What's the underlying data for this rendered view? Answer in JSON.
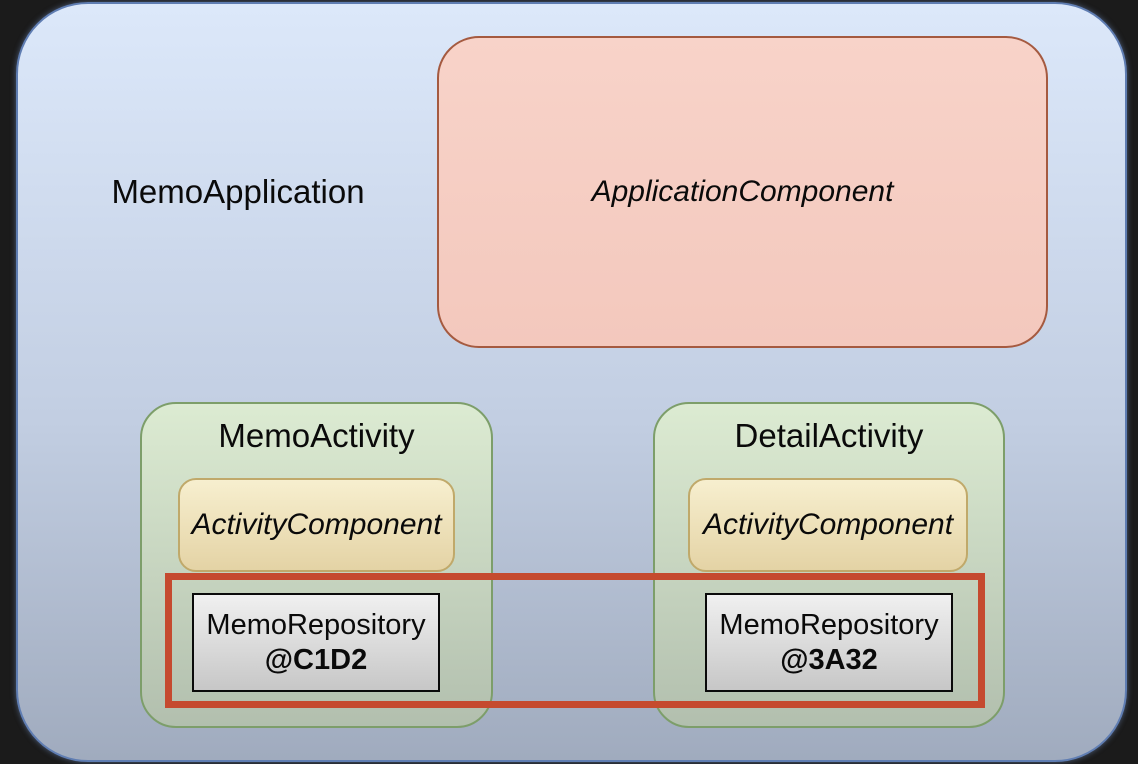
{
  "diagram": {
    "application": {
      "label": "MemoApplication",
      "component_label": "ApplicationComponent"
    },
    "activities": [
      {
        "label": "MemoActivity",
        "component_label": "ActivityComponent",
        "repository_name": "MemoRepository",
        "repository_instance": "@C1D2"
      },
      {
        "label": "DetailActivity",
        "component_label": "ActivityComponent",
        "repository_name": "MemoRepository",
        "repository_instance": "@3A32"
      }
    ],
    "highlight_note": "red box spans both MemoRepository instances"
  },
  "colors": {
    "bg": "#1b1b1b",
    "blue-top": "#dce8fa",
    "blue-bottom": "#a0abbe",
    "pink-top": "#f8d3c9",
    "green-top": "#dcebd2",
    "yellow-top": "#f7efcf",
    "gray-top": "#f0f0f0",
    "highlight": "#c54a2f"
  }
}
